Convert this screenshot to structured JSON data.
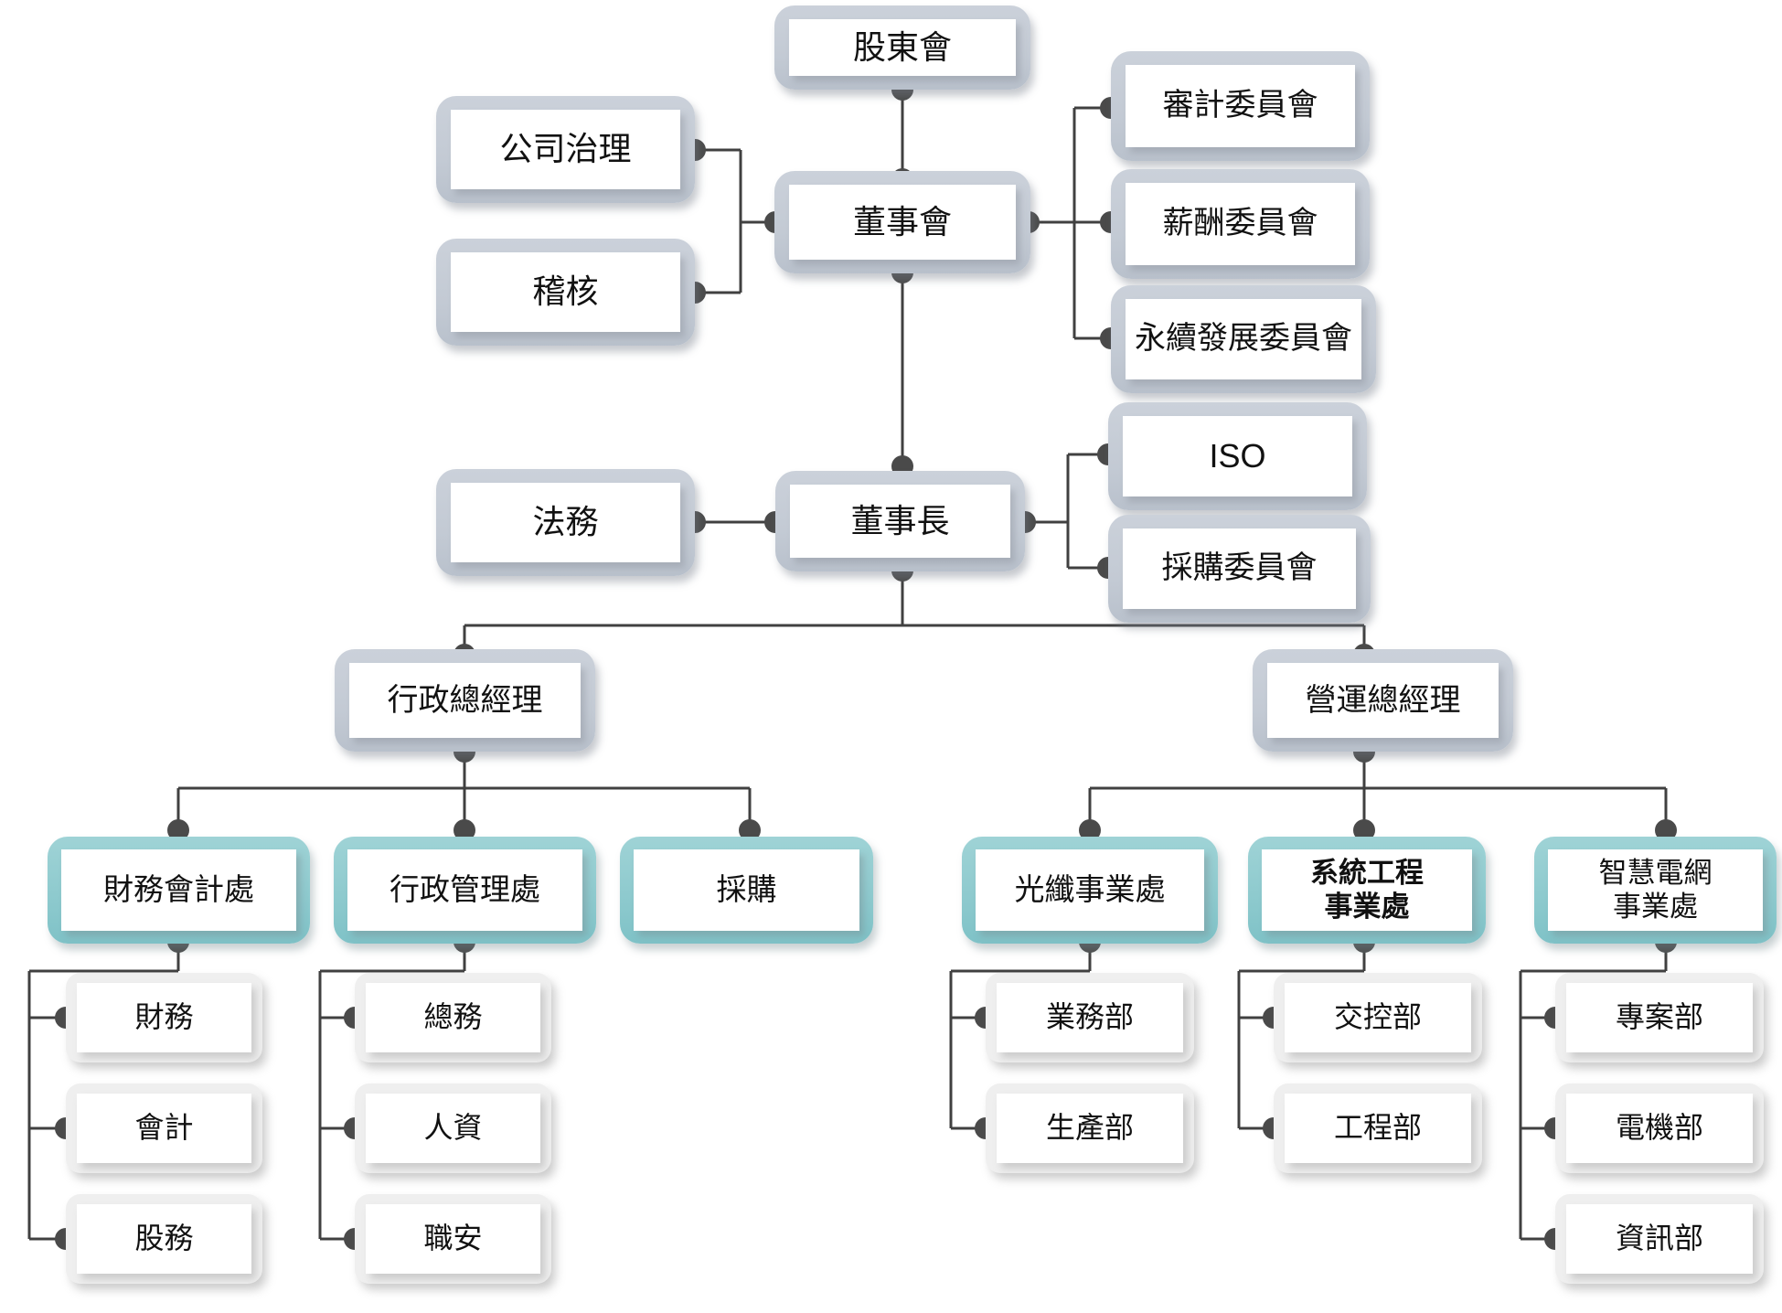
{
  "chart_type": "organization-chart",
  "colors": {
    "grey_frame": "#c3cad4",
    "teal_frame": "#8ecace",
    "pale_frame": "#efefef",
    "box_fill": "#ffffff",
    "connector": "#404040",
    "dot": "#4a4a4a",
    "text": "#111111",
    "background": "#ffffff"
  },
  "nodes": {
    "shareholders_meeting": "股東會",
    "board_of_directors": "董事會",
    "corporate_governance": "公司治理",
    "internal_audit": "稽核",
    "audit_committee": "審計委員會",
    "compensation_committee": "薪酬委員會",
    "sustainability_committee": "永續發展委員會",
    "chairman": "董事長",
    "legal_affairs": "法務",
    "iso": "ISO",
    "procurement_committee": "採購委員會",
    "admin_general_manager": "行政總經理",
    "operations_general_manager": "營運總經理",
    "finance_accounting_division": "財務會計處",
    "admin_management_division": "行政管理處",
    "procurement_division": "採購",
    "fiber_optic_division": "光纖事業處",
    "system_engineering_division_line1": "系統工程",
    "system_engineering_division_line2": "事業處",
    "smart_grid_division_line1": "智慧電網",
    "smart_grid_division_line2": "事業處",
    "finance_dept": "財務",
    "accounting_dept": "會計",
    "stock_affairs_dept": "股務",
    "general_affairs_dept": "總務",
    "human_resources_dept": "人資",
    "occupational_safety_dept": "職安",
    "sales_dept": "業務部",
    "production_dept": "生產部",
    "traffic_control_dept": "交控部",
    "engineering_dept": "工程部",
    "project_dept": "專案部",
    "electrical_dept": "電機部",
    "information_dept": "資訊部"
  }
}
